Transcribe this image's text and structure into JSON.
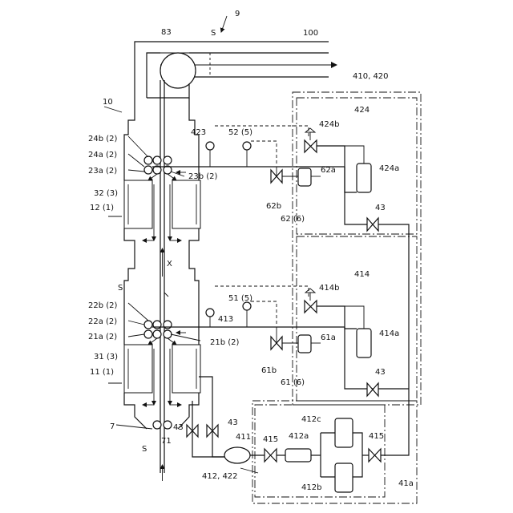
{
  "labels": {
    "l9": "9",
    "l100": "100",
    "lS_top": "S",
    "l83": "83",
    "l10": "10",
    "l410_420": "410, 420",
    "l424": "424",
    "l424b": "424b",
    "l423": "423",
    "l52": "52 (5)",
    "l24b": "24b (2)",
    "l24a": "24a (2)",
    "l23a": "23a (2)",
    "l23b": "23b (2)",
    "l62a": "62a",
    "l424a": "424a",
    "l32": "32 (3)",
    "l12": "12 (1)",
    "l62b": "62b",
    "l62": "62 (6)",
    "l43_top": "43",
    "lX": "X",
    "l414": "414",
    "lS_mid": "S",
    "l22b": "22b (2)",
    "l414b": "414b",
    "l51": "51 (5)",
    "l22a": "22a (2)",
    "l413": "413",
    "l21a": "21a (2)",
    "l21b": "21b (2)",
    "l61a": "61a",
    "l414a": "414a",
    "l31": "31 (3)",
    "l11": "11 (1)",
    "l61b": "61b",
    "l61": "61 (6)",
    "l43_mid": "43",
    "l412c": "412c",
    "l7": "7",
    "l43_a": "43",
    "l43_b": "43",
    "l411": "411",
    "l415_a": "415",
    "l412a": "412a",
    "l415_b": "415",
    "l71": "71",
    "lS_bot": "S",
    "l412_422": "412, 422",
    "l412b": "412b",
    "l41a": "41a"
  }
}
